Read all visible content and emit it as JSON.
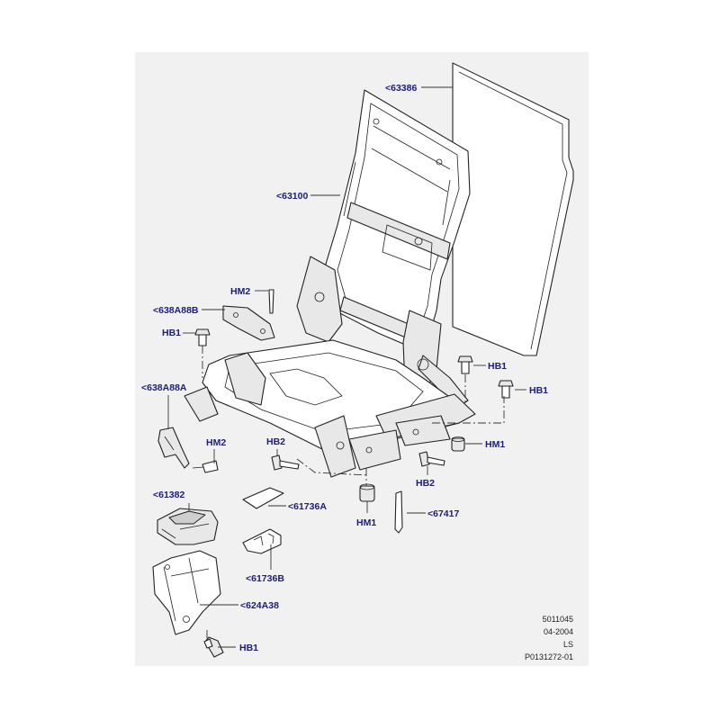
{
  "callouts": {
    "c63386": "<63386",
    "c63100": "<63100",
    "hm2_top": "HM2",
    "c638A88B": "<638A88B",
    "hb1_left": "HB1",
    "hb1_right_a": "HB1",
    "hb1_right_b": "HB1",
    "c638A88A": "<638A88A",
    "hm2_mid": "HM2",
    "hb2_left": "HB2",
    "hm1_right": "HM1",
    "hb2_right": "HB2",
    "c61382": "<61382",
    "c61736A": "<61736A",
    "hm1_bottom": "HM1",
    "c67417": "<67417",
    "c61736B": "<61736B",
    "c624A38": "<624A38",
    "hb1_bottom": "HB1"
  },
  "reference": {
    "line1": "5011045",
    "line2": "04-2004",
    "line3": "LS",
    "line4": "P0131272-01"
  },
  "colors": {
    "callout_text": "#1c1c7c",
    "sheet_background": "#f1f1f1"
  }
}
